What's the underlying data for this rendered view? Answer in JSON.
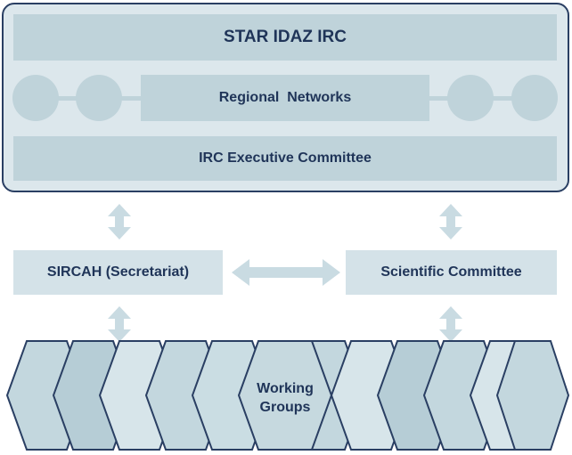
{
  "diagram": {
    "title": "STAR IDAZ IRC",
    "regional_networks": "Regional  Networks",
    "executive_committee": "IRC Executive Committee",
    "secretariat": "SIRCAH (Secretariat)",
    "scientific_committee": "Scientific Committee",
    "working_groups_line1": "Working",
    "working_groups_line2": "Groups"
  },
  "colors": {
    "outline": "#2a3f63",
    "band": "#bfd3da",
    "panel": "#dce7ec",
    "box": "#d4e2e8",
    "arrow": "#c9dbe2",
    "hex_fill": "#c3d7de",
    "hex_fill_alt": "#d7e5ea",
    "text": "#1f3458"
  }
}
